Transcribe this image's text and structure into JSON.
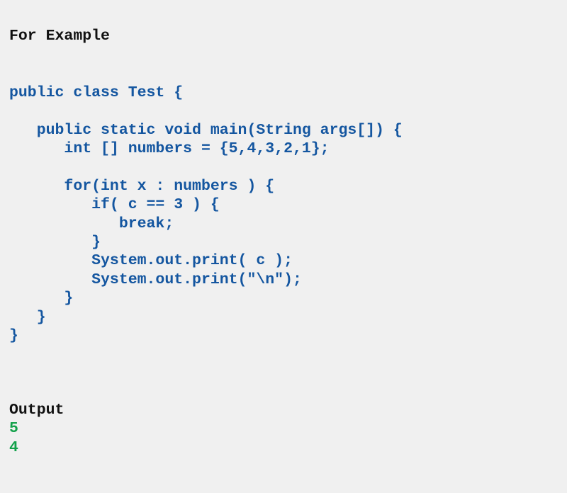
{
  "colors": {
    "background": "#f0f0f0",
    "heading": "#111111",
    "code": "#1456a0",
    "output": "#12a14a"
  },
  "example_heading": "For Example",
  "code_lines": [
    "public class Test {",
    "   public static void main(String args[]) {",
    "      int [] numbers = {5,4,3,2,1};",
    "",
    "      for(int x : numbers ) {",
    "         if( c == 3 ) {",
    "            break;",
    "         }",
    "         System.out.print( c );",
    "         System.out.print(\"\\n\");",
    "      }",
    "   }",
    "}"
  ],
  "output_heading": "Output",
  "output_lines": [
    "5",
    "4"
  ]
}
